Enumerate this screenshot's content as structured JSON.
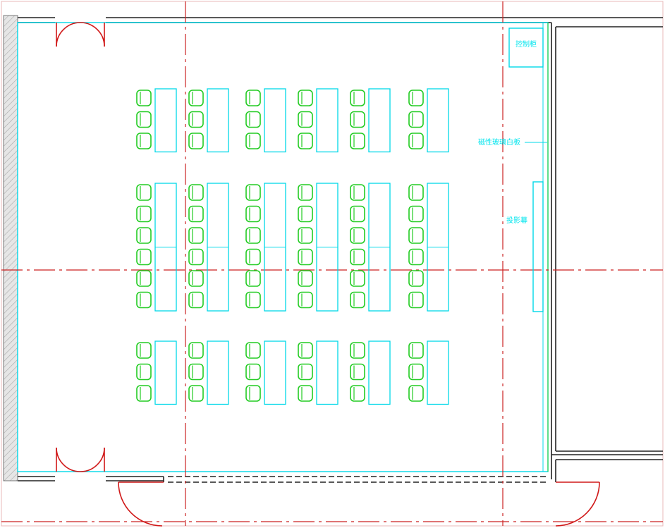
{
  "labels": {
    "control_cabinet": "控制柜",
    "whiteboard": "磁性玻璃白板",
    "projection_screen": "投影幕"
  },
  "seating": {
    "upper_group": {
      "columns": 6,
      "seats_per_column": 3
    },
    "middle_group": {
      "columns": 6,
      "seats_per_column": 6
    },
    "lower_group": {
      "columns": 6,
      "seats_per_column": 3
    }
  },
  "colors": {
    "wall": "#222222",
    "outline": "#00d8e8",
    "seat": "#22cc22",
    "axis": "#cc2222",
    "door": "#d01818",
    "hatch": "#999999"
  }
}
